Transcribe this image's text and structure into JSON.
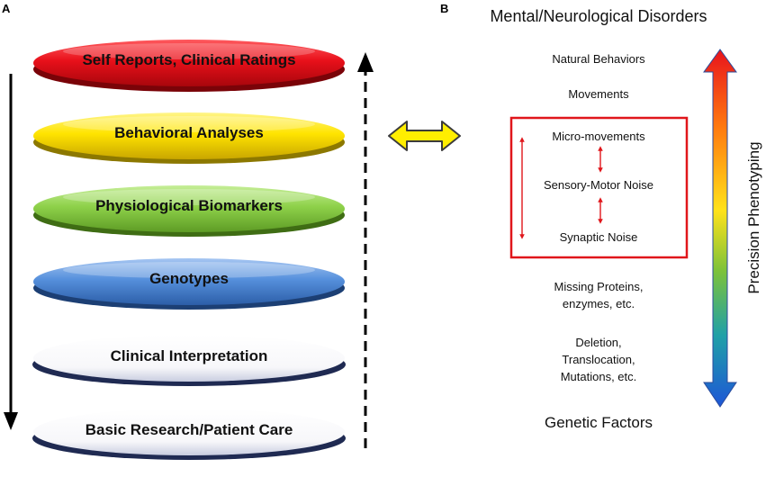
{
  "panelA": {
    "label": "A",
    "layers": [
      {
        "text": "Self Reports, Clinical Ratings",
        "color": "#e8101a"
      },
      {
        "text": "Behavioral Analyses",
        "color": "#ffe400"
      },
      {
        "text": "Physiological  Biomarkers",
        "color": "#8ed14a"
      },
      {
        "text": "Genotypes",
        "color": "#4a86d8"
      },
      {
        "text": "Clinical  Interpretation",
        "color": "#ffffff"
      },
      {
        "text": "Basic Research/Patient Care",
        "color": "#ffffff"
      }
    ]
  },
  "panelB": {
    "label": "B",
    "title": "Mental/Neurological Disorders",
    "natural_behaviors": "Natural Behaviors",
    "movements": "Movements",
    "box": {
      "micro": "Micro-movements",
      "sensory": "Sensory-Motor Noise",
      "synaptic": "Synaptic Noise",
      "border_color": "#e0161b"
    },
    "missing": [
      "Missing Proteins,",
      "enzymes, etc."
    ],
    "deletion": [
      "Deletion,",
      "Translocation,",
      "Mutations, etc."
    ],
    "genetic": "Genetic Factors",
    "spectrum_label": "Precision Phenotyping"
  },
  "colors": {
    "double_arrow_fill": "#ffee00",
    "small_arrow": "#e0161b"
  }
}
